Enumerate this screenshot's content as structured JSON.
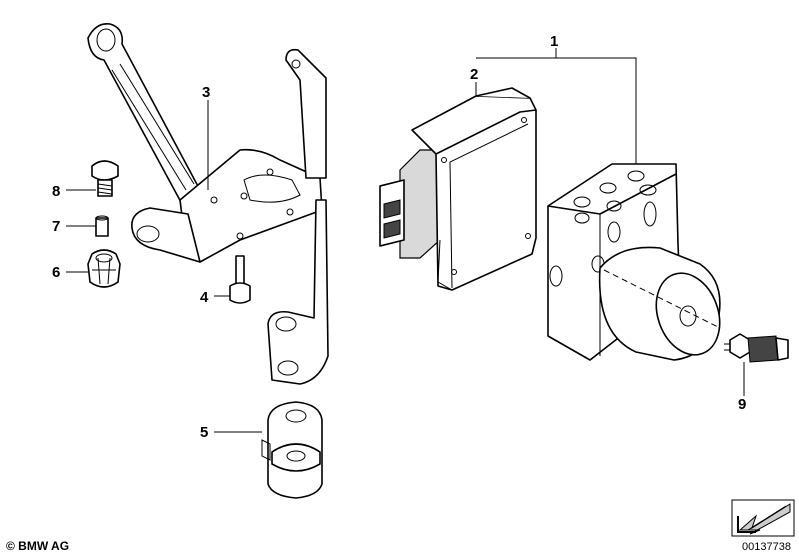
{
  "callouts": [
    {
      "id": "1",
      "label": "1"
    },
    {
      "id": "2",
      "label": "2"
    },
    {
      "id": "3",
      "label": "3"
    },
    {
      "id": "4",
      "label": "4"
    },
    {
      "id": "5",
      "label": "5"
    },
    {
      "id": "6",
      "label": "6"
    },
    {
      "id": "7",
      "label": "7"
    },
    {
      "id": "8",
      "label": "8"
    },
    {
      "id": "9",
      "label": "9"
    }
  ],
  "footer": {
    "copyright": "© BMW AG",
    "document_number": "00137738"
  },
  "icons": {
    "navigation_arrow": "arrow-down-left-icon"
  }
}
